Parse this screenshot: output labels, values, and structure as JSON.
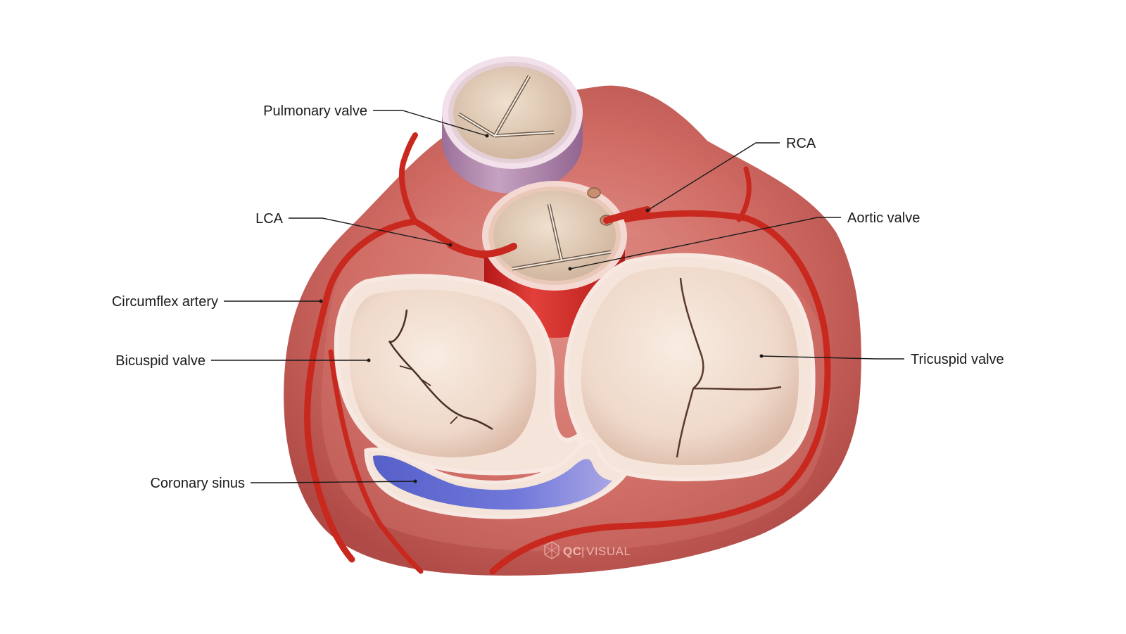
{
  "labels": {
    "pulmonary_valve": "Pulmonary valve",
    "rca": "RCA",
    "lca": "LCA",
    "aortic_valve": "Aortic valve",
    "circumflex_artery": "Circumflex artery",
    "bicuspid_valve": "Bicuspid valve",
    "tricuspid_valve": "Tricuspid valve",
    "coronary_sinus": "Coronary sinus"
  },
  "watermark": {
    "brand": "QC",
    "divider": "|",
    "suffix": "VISUAL"
  },
  "colors": {
    "myocardium": "#c75a55",
    "artery": "#c8281e",
    "valve_leaflet": "#e6d2bd",
    "valve_orifice_cream": "#f1ddd0",
    "coronary_sinus": "#6a74d4",
    "pulmonary_trunk": "#b690b4"
  }
}
